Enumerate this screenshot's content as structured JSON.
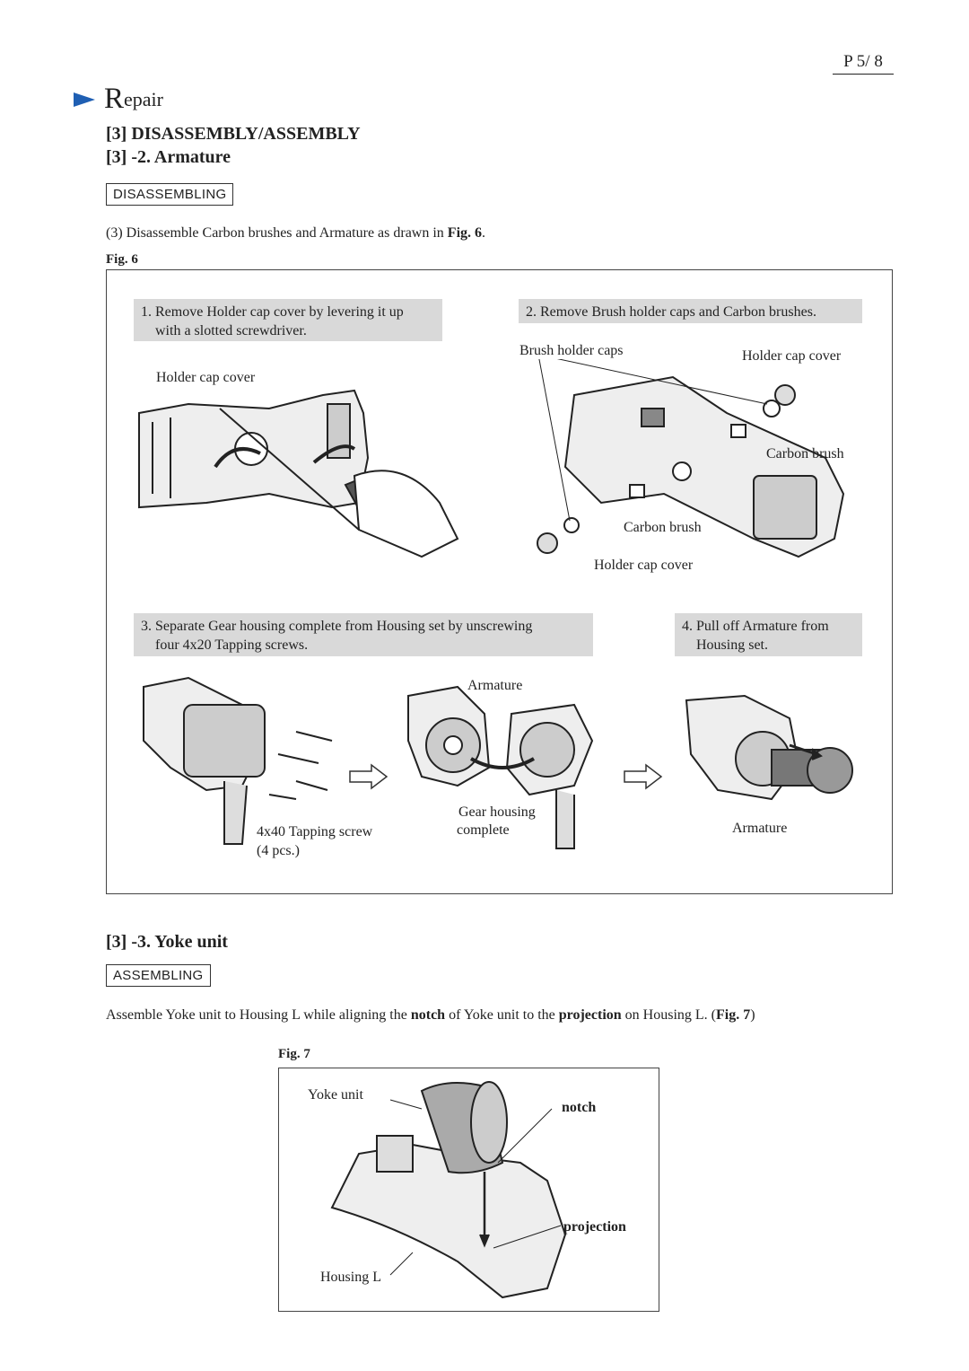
{
  "page": {
    "number": "P  5/ 8"
  },
  "section": {
    "repair_big": "R",
    "repair_small": "epair",
    "heading": "[3] DISASSEMBLY/ASSEMBLY",
    "subheading": "[3] -2. Armature"
  },
  "armature": {
    "box_label": "DISASSEMBLING",
    "instruction_pre": "(3) Disassemble Carbon brushes and Armature as drawn in ",
    "instruction_fig": "Fig. 6",
    "instruction_post": ".",
    "fig_label": "Fig. 6",
    "steps": [
      {
        "text": "1. Remove Holder cap cover by levering it up",
        "text2": "with a slotted screwdriver."
      },
      {
        "text": "2. Remove Brush holder caps and Carbon brushes."
      },
      {
        "text": "3. Separate Gear housing complete from Housing set by unscrewing",
        "text2": "four 4x20 Tapping screws."
      },
      {
        "text": "4. Pull off Armature from",
        "text2": "Housing set."
      }
    ],
    "labels": {
      "holder_cap_cover_1": "Holder cap cover",
      "brush_holder_caps": "Brush holder caps",
      "holder_cap_cover_2": "Holder cap cover",
      "carbon_brush_1": "Carbon brush",
      "carbon_brush_2": "Carbon brush",
      "holder_cap_cover_3": "Holder cap cover",
      "armature_1": "Armature",
      "gear_housing": "Gear housing",
      "complete": "complete",
      "tapping_screw": "4x40 Tapping screw",
      "pcs": "(4 pcs.)",
      "armature_2": "Armature"
    }
  },
  "yoke": {
    "subheading": "[3] -3. Yoke unit",
    "box_label": "ASSEMBLING",
    "instruction": {
      "p1": "Assemble Yoke unit to Housing L while aligning the ",
      "b1": "notch",
      "p2": " of Yoke unit to the ",
      "b2": "projection",
      "p3": " on Housing L. (",
      "b3": "Fig. 7",
      "p4": ")"
    },
    "fig_label": "Fig. 7",
    "labels": {
      "yoke_unit": "Yoke unit",
      "notch": "notch",
      "projection": "projection",
      "housing_l": "Housing L"
    }
  },
  "colors": {
    "accent": "#1f5fb3",
    "step_bg": "#d9d9d9"
  }
}
